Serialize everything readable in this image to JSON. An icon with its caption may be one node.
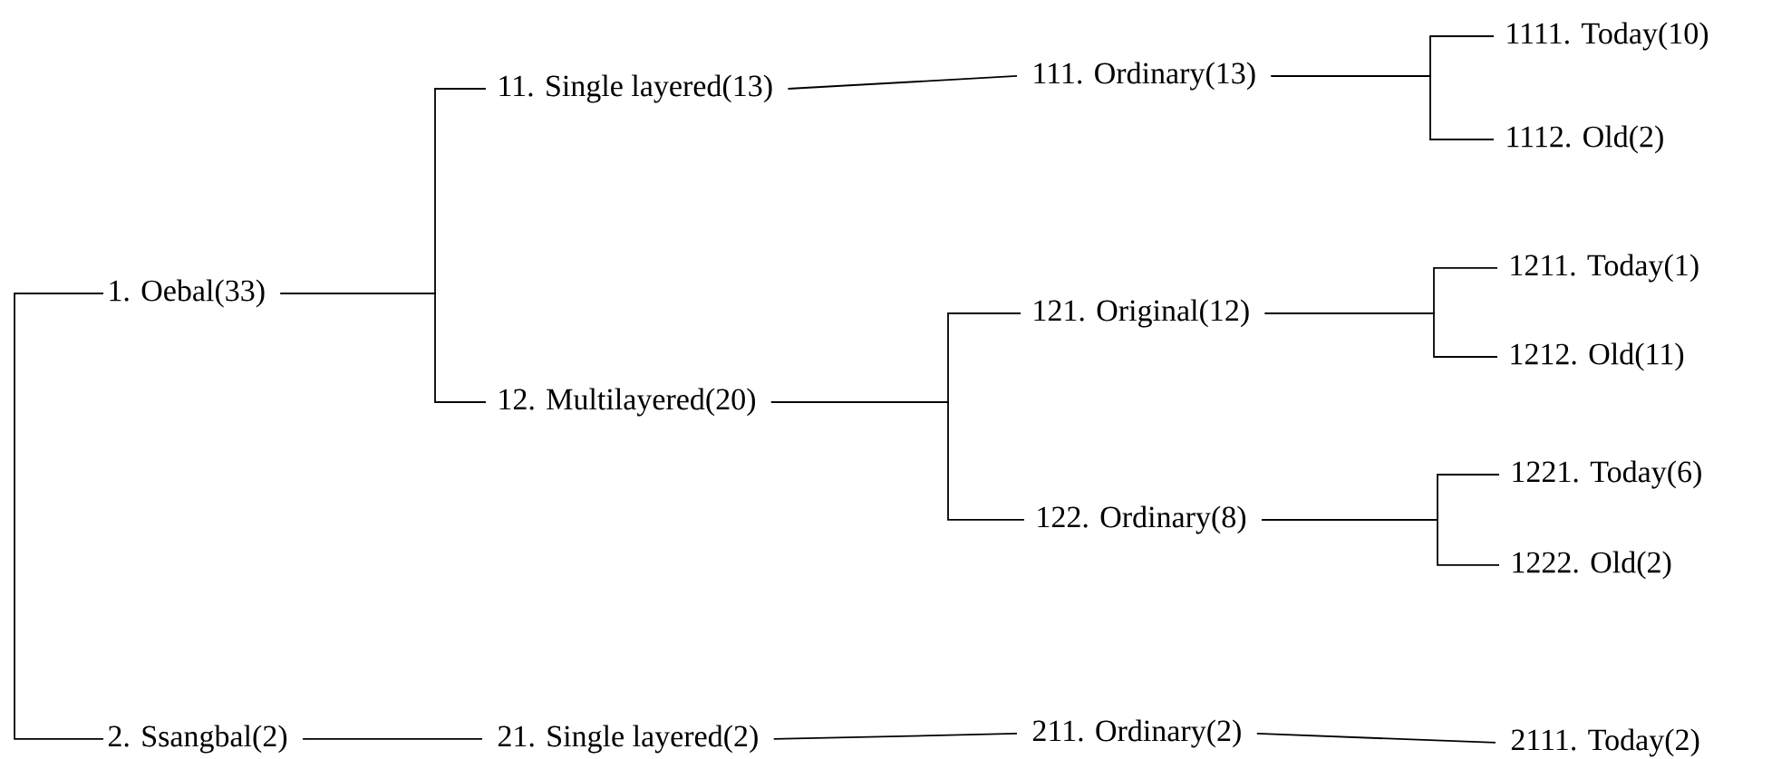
{
  "diagram": {
    "nodes": [
      {
        "text": [
          "1. Oebal(33)"
        ]
      },
      {
        "text": [
          "11. Single layered(13)"
        ]
      },
      {
        "text": [
          "111. Ordinary(13)"
        ]
      },
      {
        "text": [
          "1111. Today(10)"
        ]
      },
      {
        "text": [
          "1112. Old(2)"
        ]
      },
      {
        "text": [
          "12. Multilayered(20)"
        ]
      },
      {
        "text": [
          "121. Original(12)"
        ]
      },
      {
        "text": [
          "1211. Today(1)"
        ]
      },
      {
        "text": [
          "1212. Old(11)"
        ]
      },
      {
        "text": [
          "122. Ordinary(8)"
        ]
      },
      {
        "text": [
          "1221. Today(6)"
        ]
      },
      {
        "text": [
          "1222. Old(2)"
        ]
      },
      {
        "text": [
          "2. Ssangbal(2)"
        ]
      },
      {
        "text": [
          "21. Single layered(2)"
        ]
      },
      {
        "text": [
          "211. Ordinary(2)"
        ]
      },
      {
        "text": [
          "2111. Today(2)"
        ]
      }
    ],
    "edges": [
      {
        "from": 0,
        "to": 12,
        "arrow": "none"
      },
      {
        "from": 0,
        "to": 1,
        "arrow": "none"
      },
      {
        "from": 0,
        "to": 5,
        "arrow": "none"
      },
      {
        "from": 1,
        "to": 2,
        "arrow": "none"
      },
      {
        "from": 2,
        "to": 3,
        "arrow": "none"
      },
      {
        "from": 2,
        "to": 4,
        "arrow": "none"
      },
      {
        "from": 5,
        "to": 6,
        "arrow": "none"
      },
      {
        "from": 5,
        "to": 9,
        "arrow": "none"
      },
      {
        "from": 6,
        "to": 7,
        "arrow": "none"
      },
      {
        "from": 6,
        "to": 8,
        "arrow": "none"
      },
      {
        "from": 9,
        "to": 10,
        "arrow": "none"
      },
      {
        "from": 9,
        "to": 11,
        "arrow": "none"
      },
      {
        "from": 12,
        "to": 13,
        "arrow": "none"
      },
      {
        "from": 13,
        "to": 14,
        "arrow": "none"
      },
      {
        "from": 14,
        "to": 15,
        "arrow": "none"
      }
    ]
  }
}
